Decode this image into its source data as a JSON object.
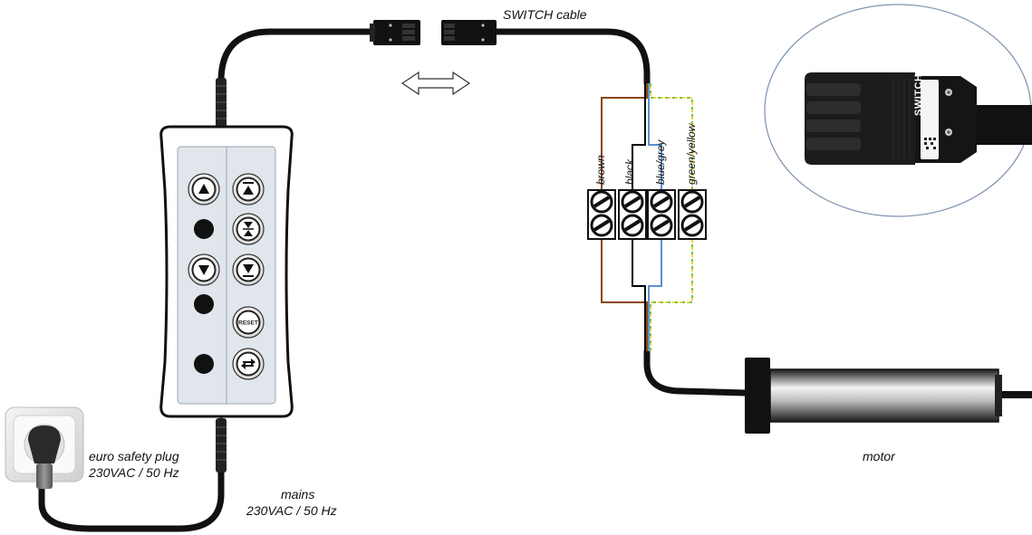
{
  "labels": {
    "switch_cable": "SWITCH cable",
    "plug_name": "euro safety plug",
    "plug_rating": "230VAC / 50 Hz",
    "mains_name": "mains",
    "mains_rating": "230VAC / 50 Hz",
    "motor": "motor"
  },
  "wires": [
    {
      "label": "brown",
      "color": "#8B4513"
    },
    {
      "label": "black",
      "color": "#000000"
    },
    {
      "label": "blue/grey",
      "color": "#5b8fd6"
    },
    {
      "label": "green/yellow",
      "color": "#7cc242"
    }
  ],
  "connector_brand": "SWITCH",
  "remote": {
    "reset_label": "RESET",
    "left_column_icons": [
      "up-arrow-icon",
      "dot-icon",
      "down-arrow-icon",
      "dot-icon",
      "dot-icon"
    ],
    "right_column_icons": [
      "up-to-top-icon",
      "middle-position-icon",
      "down-to-bottom-icon",
      "reset-icon",
      "swap-direction-icon"
    ]
  },
  "colors": {
    "cable": "#111111",
    "bubble_fill": "#ffffff",
    "bubble_stroke": "#7e93b0",
    "motor_tube_light": "#f2f2f2",
    "motor_tube_dark": "#1a1a1a"
  }
}
